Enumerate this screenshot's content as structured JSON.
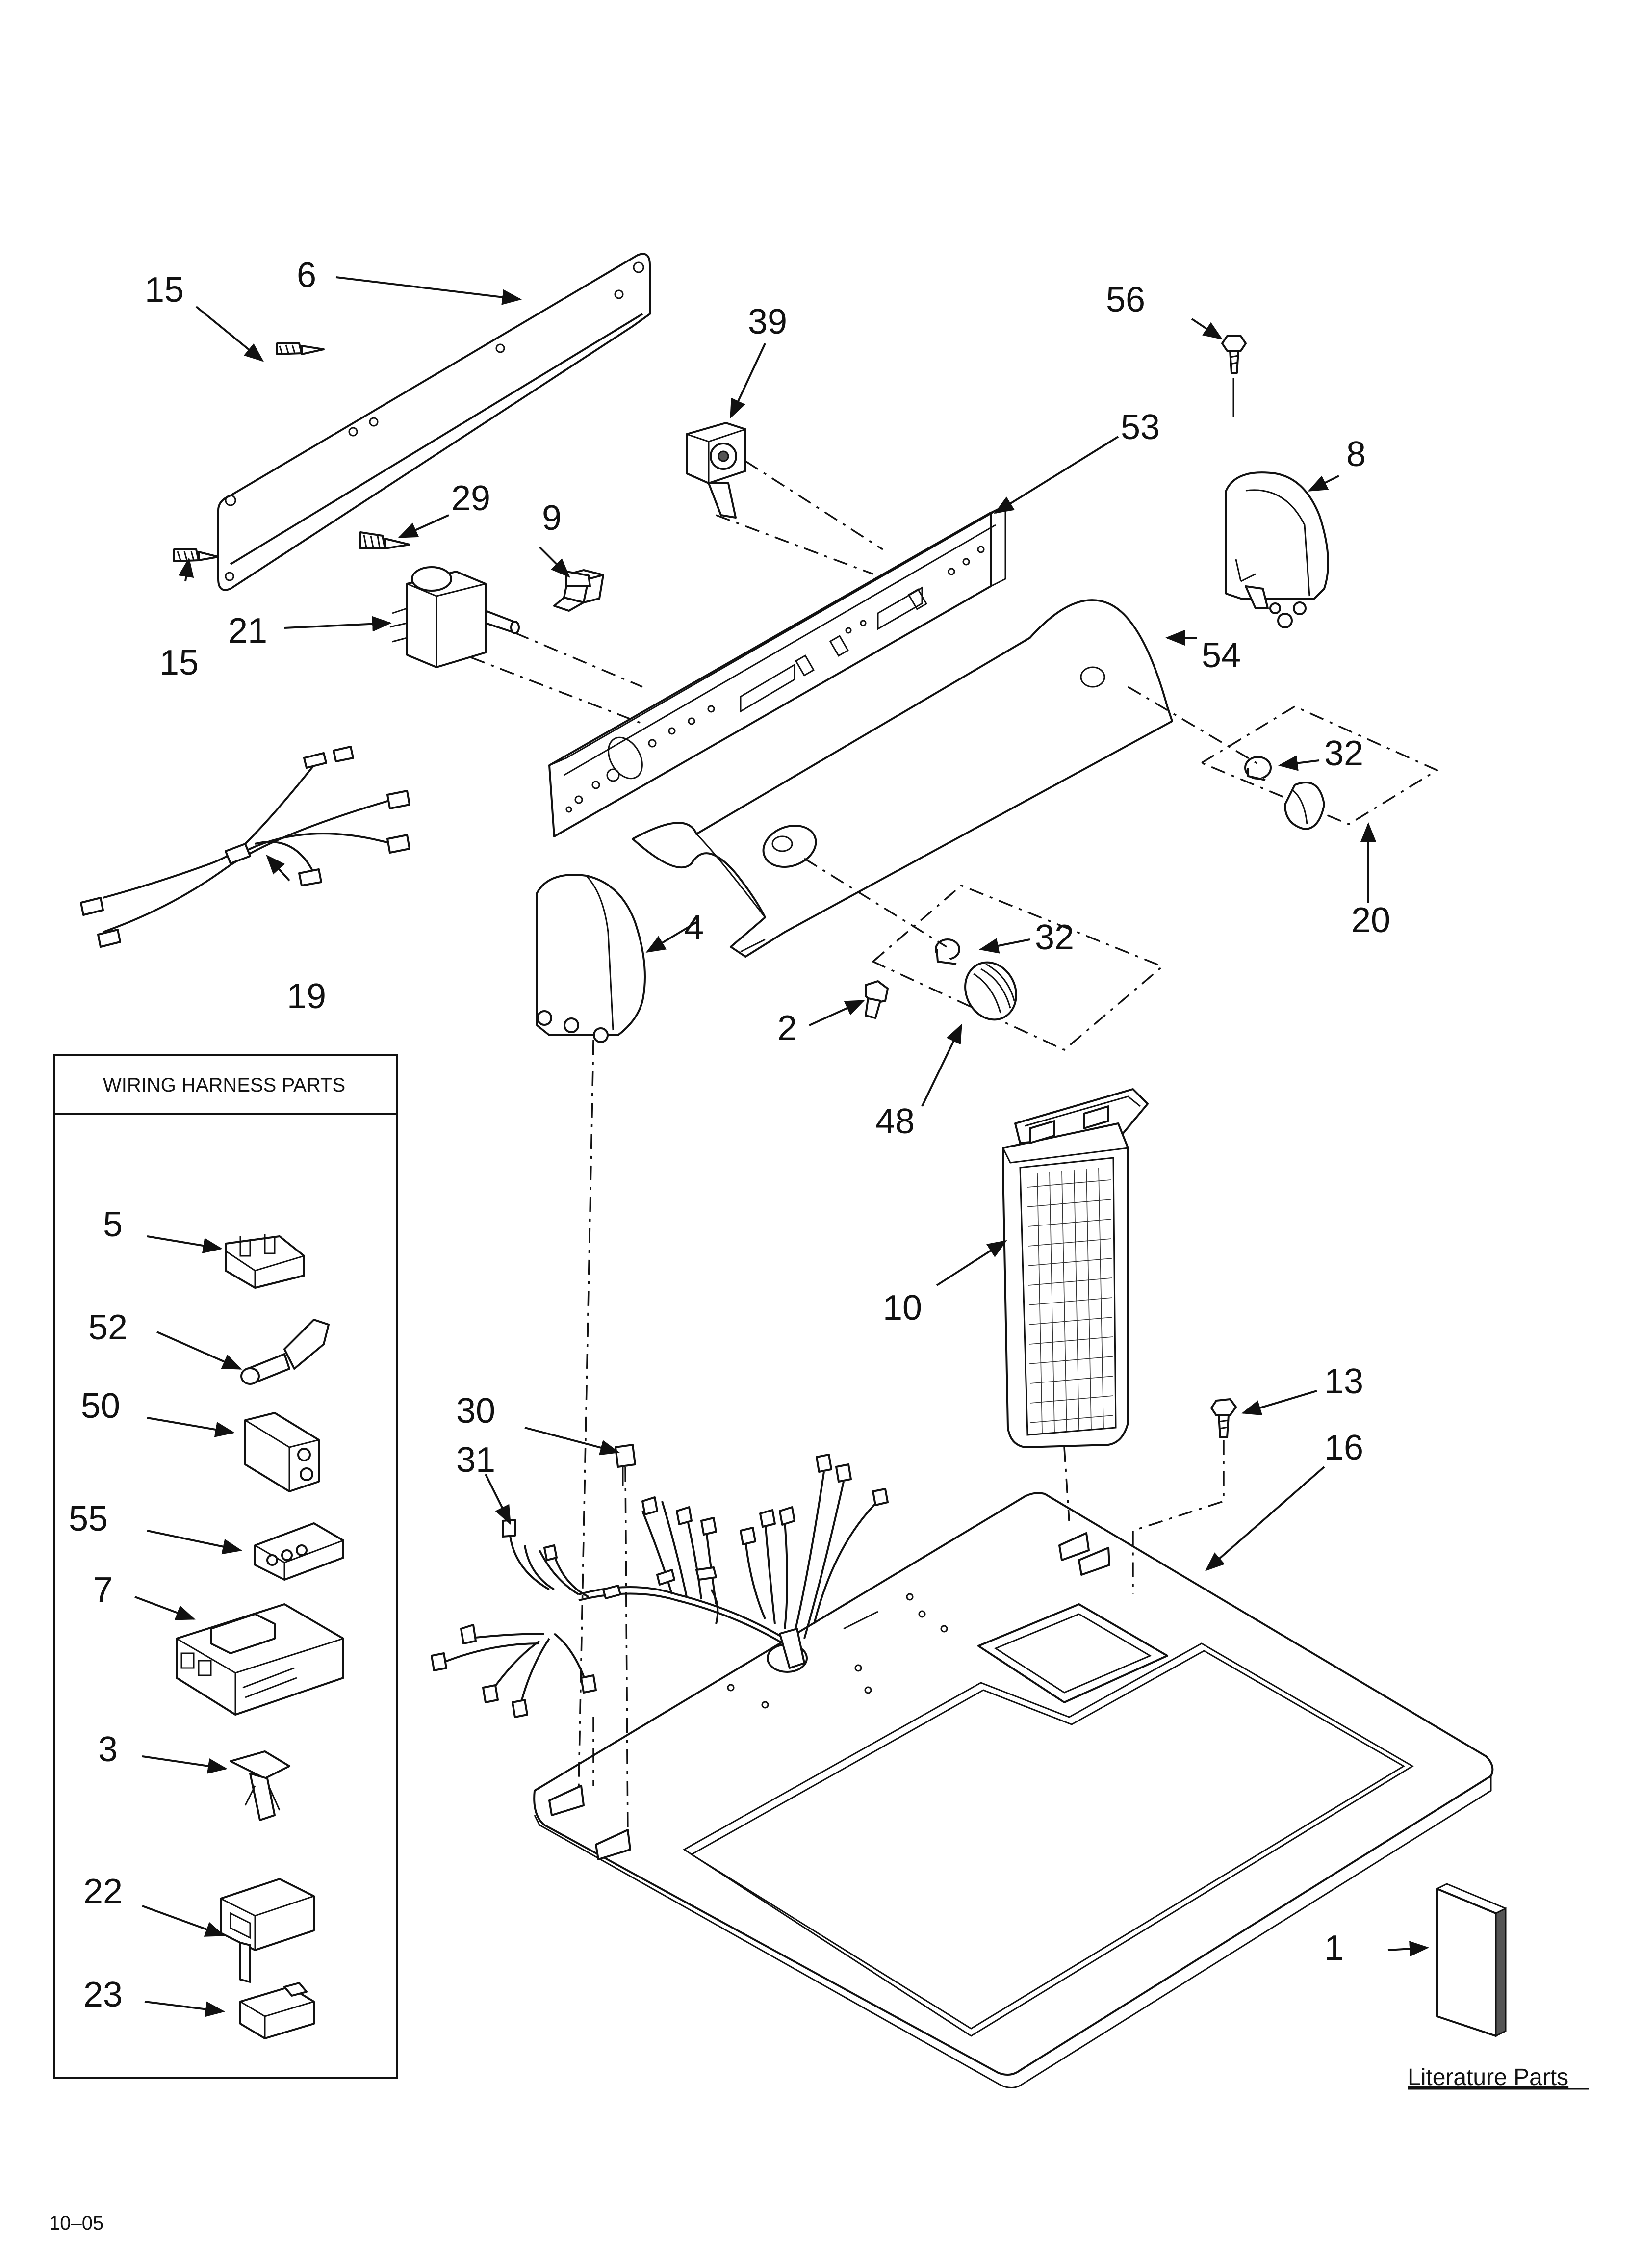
{
  "callouts": {
    "c1": "1",
    "c2": "2",
    "c3": "3",
    "c4": "4",
    "c5": "5",
    "c6": "6",
    "c7": "7",
    "c8": "8",
    "c9": "9",
    "c10": "10",
    "c13": "13",
    "c15a": "15",
    "c15b": "15",
    "c16": "16",
    "c19": "19",
    "c20": "20",
    "c21": "21",
    "c22": "22",
    "c23": "23",
    "c29": "29",
    "c30": "30",
    "c31": "31",
    "c32a": "32",
    "c32b": "32",
    "c39": "39",
    "c48": "48",
    "c50": "50",
    "c52": "52",
    "c53": "53",
    "c54": "54",
    "c55": "55",
    "c56": "56"
  },
  "wiring_box": {
    "title": "WIRING HARNESS PARTS"
  },
  "literature": {
    "label": "Literature Parts"
  },
  "footer": {
    "code": "10–05"
  }
}
